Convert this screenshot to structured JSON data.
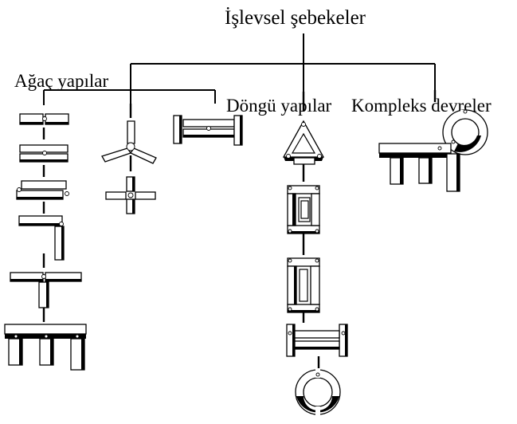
{
  "diagram": {
    "title": "İşlevsel şebekeler",
    "categories": [
      {
        "id": "tree",
        "label": "Ağaç yapılar"
      },
      {
        "id": "loop",
        "label": "Döngü yapılar"
      },
      {
        "id": "complex",
        "label": "Kompleks devreler"
      }
    ]
  }
}
